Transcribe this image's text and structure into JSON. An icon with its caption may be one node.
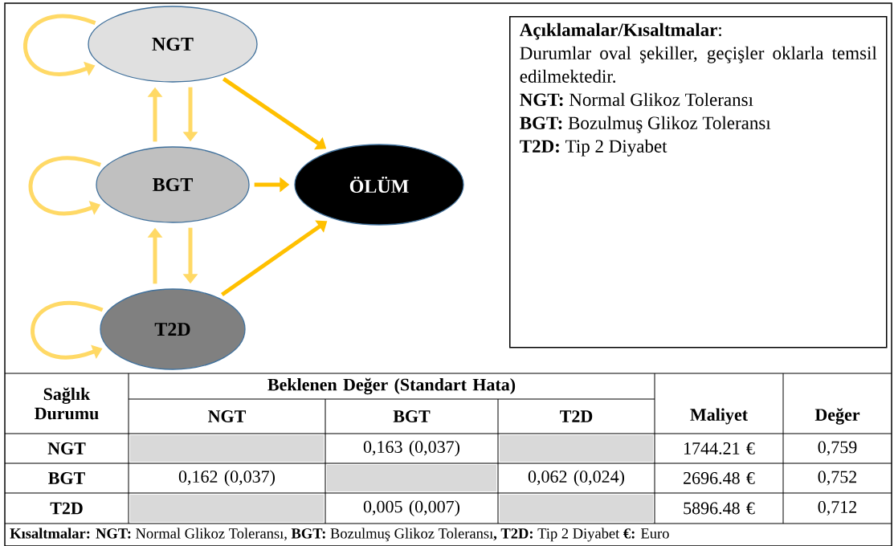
{
  "diagram": {
    "nodes": [
      {
        "text": [
          "NGT"
        ]
      },
      {
        "text": [
          "BGT"
        ]
      },
      {
        "text": [
          "ÖLÜM"
        ]
      },
      {
        "text": [
          "T2D"
        ]
      },
      {
        "text": [
          "**Açıklamalar/Kısaltmalar**:",
          "Durumlar oval şekiller, geçişler oklarla temsil edilmektedir.",
          "**NGT:** Normal Glikoz Toleransı",
          "**BGT:** Bozulmuş Glikoz Toleransı",
          "**T2D:** Tip 2 Diyabet"
        ]
      }
    ],
    "edges": [
      {
        "from": 0,
        "to": 0,
        "arrow": "to"
      },
      {
        "from": 0,
        "to": 2,
        "arrow": "to",
        "color": "#ffc000"
      },
      {
        "from": 1,
        "to": 0,
        "arrow": "to"
      },
      {
        "from": 0,
        "to": 1,
        "arrow": "to"
      },
      {
        "from": 1,
        "to": 1,
        "arrow": "to"
      },
      {
        "from": 1,
        "to": 2,
        "arrow": "to",
        "color": "#ffc000"
      },
      {
        "from": 3,
        "to": 1,
        "arrow": "to"
      },
      {
        "from": 1,
        "to": 3,
        "arrow": "to"
      },
      {
        "from": 3,
        "to": 2,
        "arrow": "to",
        "color": "#ffc000"
      },
      {
        "from": 3,
        "to": 3,
        "arrow": "to"
      }
    ],
    "labels": [
      "Sağlık Durumu",
      "Beklenen Değer (Standart Hata)",
      "NGT",
      "BGT",
      "T2D",
      "Maliyet",
      "Değer",
      "NGT",
      "0,163 (0,037)",
      "1744.21 €",
      "0,759",
      "BGT",
      "0,162 (0,037)",
      "0,062 (0,024)",
      "2696.48 €",
      "0,752",
      "T2D",
      "0,005 (0,007)",
      "5896.48 €",
      "0,712",
      "**Kısaltmalar: NGT:** Normal Glikoz Toleransı, **BGT:** Bozulmuş Glikoz Toleransı**, T2D:** Tip 2 Diyabet **€:** Euro"
    ]
  }
}
